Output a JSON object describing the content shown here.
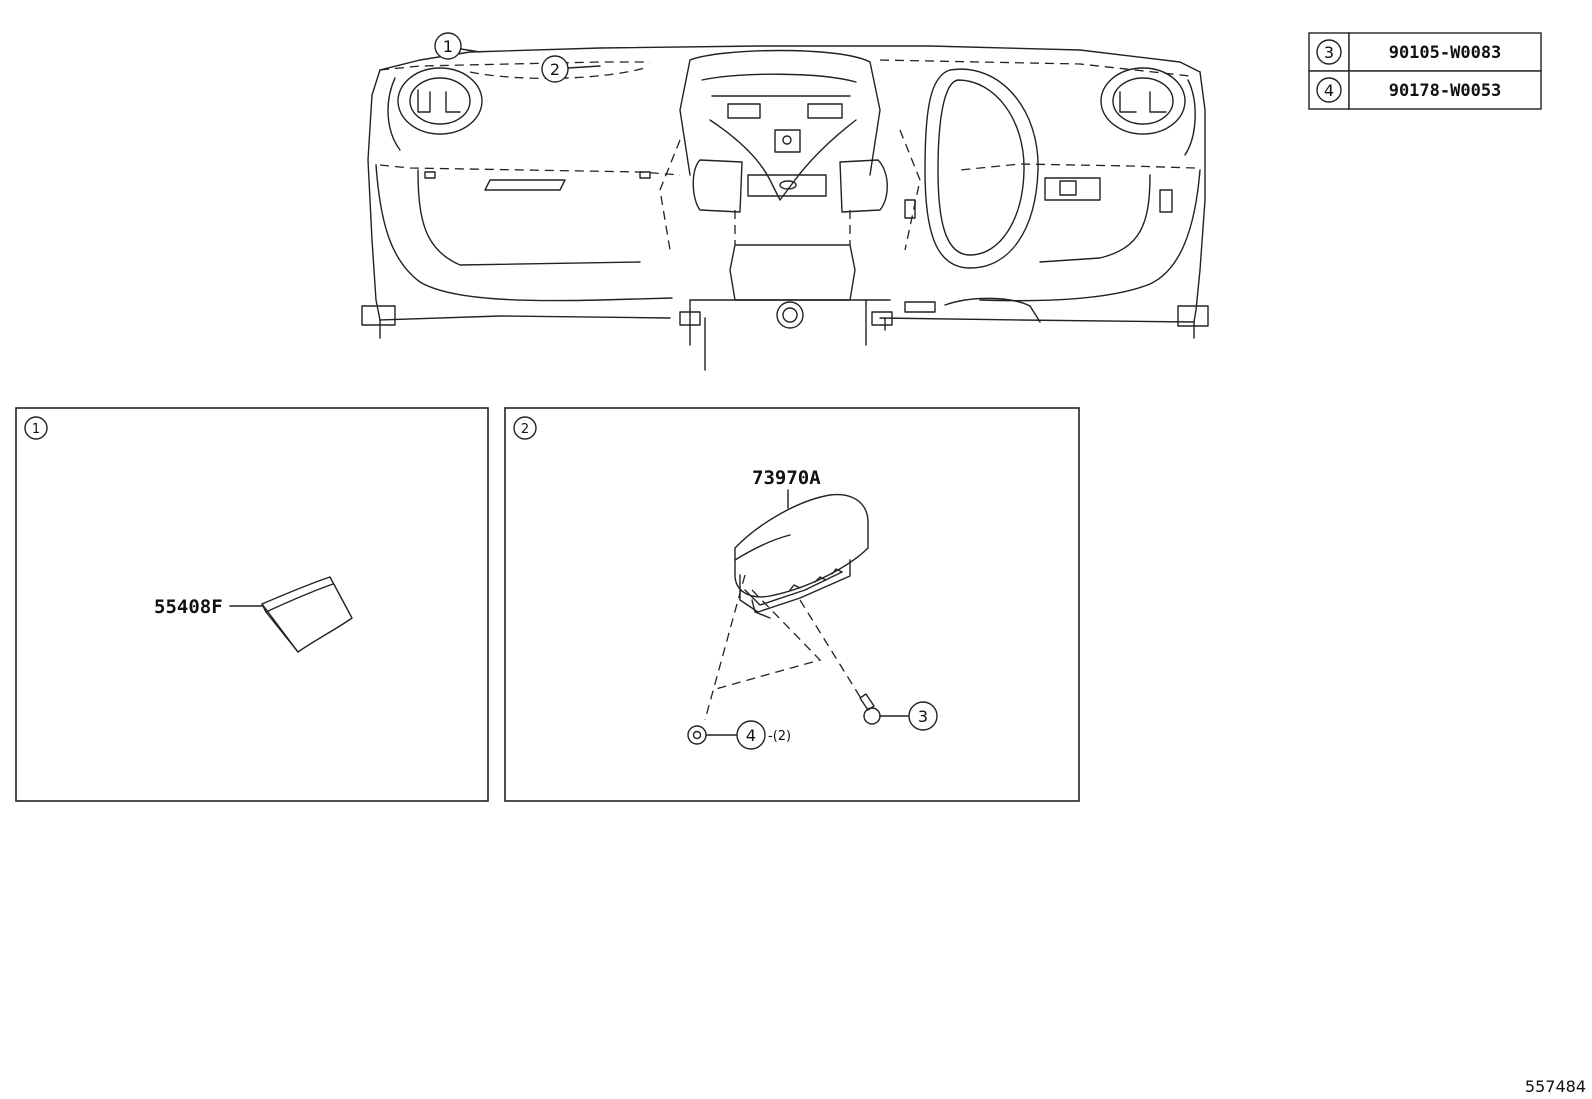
{
  "callouts": {
    "c1": "1",
    "c2": "2",
    "c3": "3",
    "c4": "4"
  },
  "parts_table": [
    {
      "ref": "3",
      "part": "90105-W0083"
    },
    {
      "ref": "4",
      "part": "90178-W0053"
    }
  ],
  "panel1": {
    "ref": "1",
    "part_label": "55408F"
  },
  "panel2": {
    "ref": "2",
    "part_label": "73970A",
    "bolt_ref": "3",
    "nut_ref": "4",
    "nut_qty": "-(2)"
  },
  "figure_id": "557484",
  "colors": {
    "line": "#222222",
    "background": "#ffffff"
  }
}
